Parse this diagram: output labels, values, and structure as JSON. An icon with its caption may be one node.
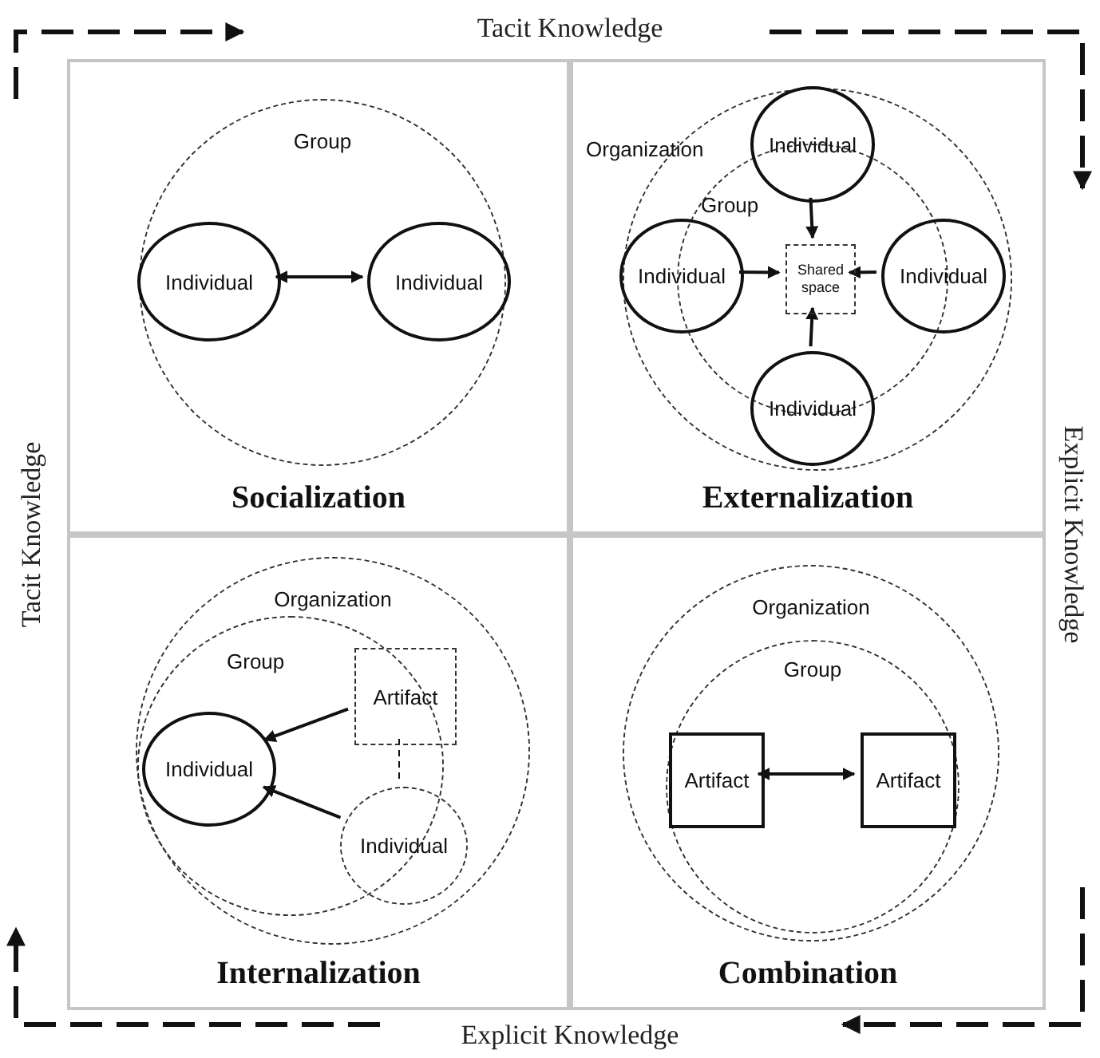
{
  "diagram": {
    "nodes": [
      {
        "text": [
          "Socialization"
        ]
      },
      {
        "text": [
          "Group"
        ],
        "in": 0
      },
      {
        "text": [
          "Individual"
        ],
        "in": 1
      },
      {
        "text": [
          "Individual"
        ],
        "in": 1
      },
      {
        "text": [
          "Externalization"
        ]
      },
      {
        "text": [
          "Organization"
        ],
        "in": 4
      },
      {
        "text": [
          "Group"
        ],
        "in": 5
      },
      {
        "text": [
          "Individual"
        ],
        "in": 5
      },
      {
        "text": [
          "Individual"
        ],
        "in": 5
      },
      {
        "text": [
          "Shared space"
        ],
        "in": 6
      },
      {
        "text": [
          "Individual"
        ],
        "in": 5
      },
      {
        "text": [
          "Individual"
        ],
        "in": 5
      },
      {
        "text": [
          "Internalization"
        ]
      },
      {
        "text": [
          "Organization"
        ],
        "in": 12
      },
      {
        "text": [
          "Group"
        ],
        "in": 13
      },
      {
        "text": [
          "Artifact"
        ],
        "in": 14
      },
      {
        "text": [
          "Individual"
        ],
        "in": 14
      },
      {
        "text": [
          "Individual"
        ],
        "in": 13
      },
      {
        "text": [
          "Combination"
        ]
      },
      {
        "text": [
          "Organization"
        ],
        "in": 18
      },
      {
        "text": [
          "Group"
        ],
        "in": 19
      },
      {
        "text": [
          "Artifact"
        ],
        "in": 20
      },
      {
        "text": [
          "Artifact"
        ],
        "in": 20
      }
    ],
    "edges": [
      {
        "from": 2,
        "to": 3,
        "arrow": "both"
      },
      {
        "from": 7,
        "to": 9,
        "arrow": "to"
      },
      {
        "from": 8,
        "to": 9,
        "arrow": "to"
      },
      {
        "from": 10,
        "to": 9,
        "arrow": "to"
      },
      {
        "from": 11,
        "to": 9,
        "arrow": "to"
      },
      {
        "from": 15,
        "to": 16,
        "arrow": "to"
      },
      {
        "from": 17,
        "to": 16,
        "arrow": "to"
      },
      {
        "from": 15,
        "to": 17,
        "arrow": "none",
        "style": "dashed"
      },
      {
        "from": 21,
        "to": 22,
        "arrow": "both"
      }
    ],
    "labels": [
      "Tacit Knowledge",
      "Tacit Knowledge",
      "Explicit Knowledge",
      "Explicit Knowledge"
    ]
  }
}
